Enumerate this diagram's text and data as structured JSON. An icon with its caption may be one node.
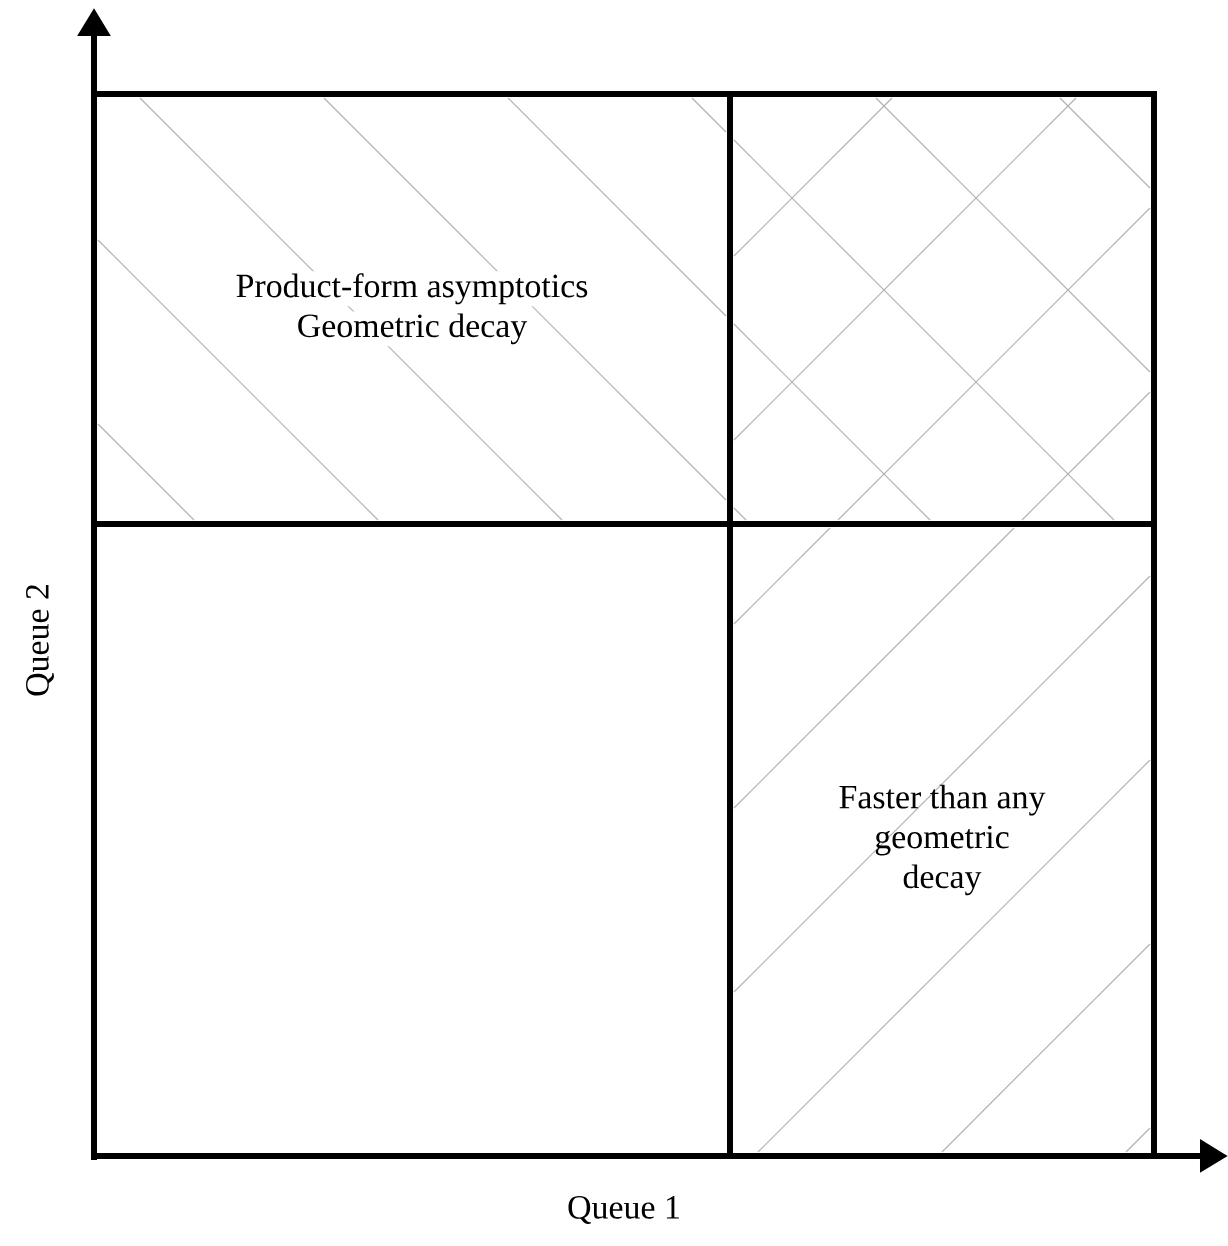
{
  "diagram": {
    "nodes": [
      {
        "text": [
          "Product-form asymptotics",
          "Geometric decay"
        ]
      },
      {
        "text": [],
        "shape": "box"
      },
      {
        "text": [],
        "shape": "box"
      },
      {
        "text": [
          "Faster than any geometric decay"
        ]
      }
    ],
    "labels": [
      "Queue 2",
      "Queue 1"
    ]
  }
}
